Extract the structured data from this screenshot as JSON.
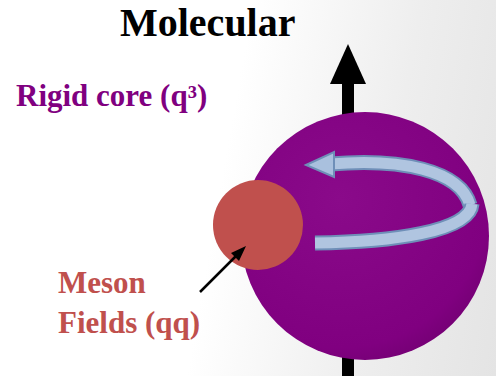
{
  "diagram": {
    "title": "Molecular",
    "labels": [
      "Rigid core (q³)",
      "Meson Fields (qq)"
    ]
  }
}
